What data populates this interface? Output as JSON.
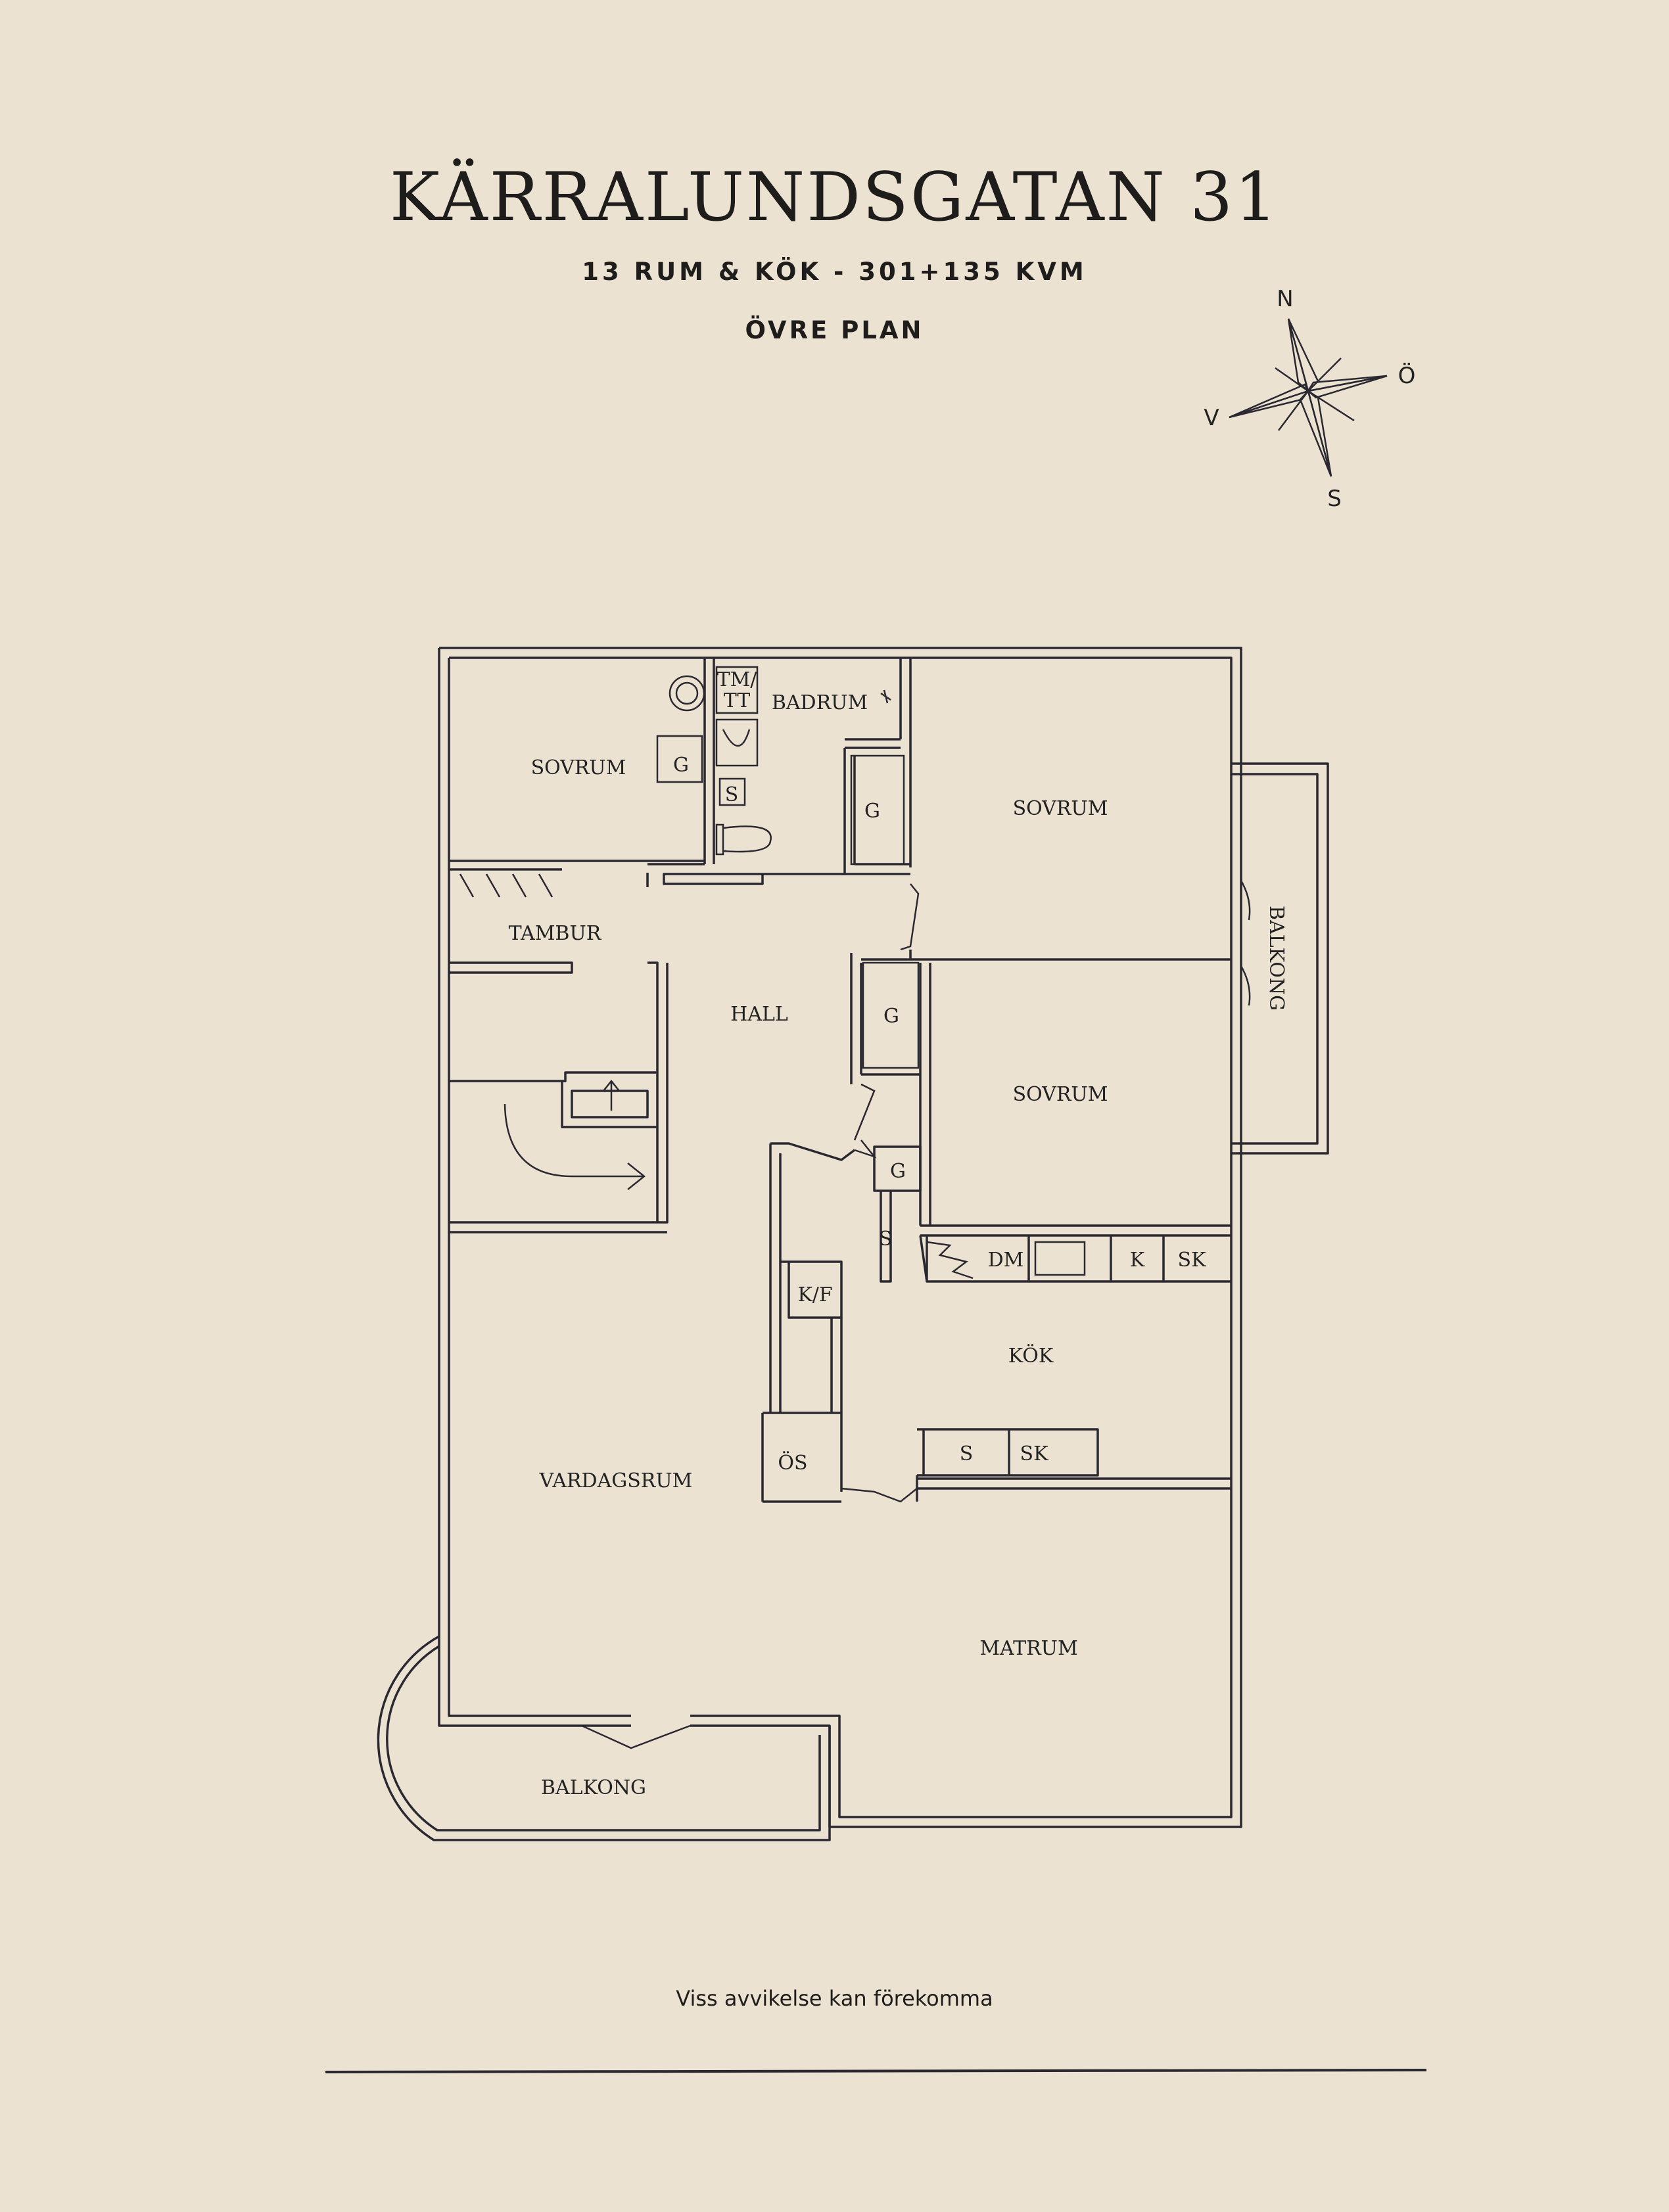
{
  "header": {
    "title": "KÄRRALUNDSGATAN 31",
    "subtitle": "13 RUM & KÖK  -  301+135 KVM",
    "level": "ÖVRE PLAN"
  },
  "compass": {
    "north": "N",
    "east": "Ö",
    "south": "S",
    "west": "V"
  },
  "rooms": {
    "sovrum_nw": "SOVRUM",
    "badrum": "BADRUM",
    "sovrum_ne": "SOVRUM",
    "tambur": "TAMBUR",
    "hall": "HALL",
    "sovrum_e": "SOVRUM",
    "balkong_e": "BALKONG",
    "kok": "KÖK",
    "vardagsrum": "VARDAGSRUM",
    "matrum": "MATRUM",
    "balkong_s": "BALKONG"
  },
  "fixtures": {
    "tm_tt_1": "TM/",
    "tm_tt_2": "TT",
    "g_sovrum_nw": "G",
    "s_badrum": "S",
    "g_sovrum_ne": "G",
    "g_hall": "G",
    "g_kitchen": "G",
    "s_kitchen_side": "S",
    "dm": "DM",
    "k": "K",
    "sk_top": "SK",
    "kf": "K/F",
    "os": "ÖS",
    "s_counter": "S",
    "sk_counter": "SK"
  },
  "footer": {
    "note": "Viss avvikelse kan förekomma"
  }
}
